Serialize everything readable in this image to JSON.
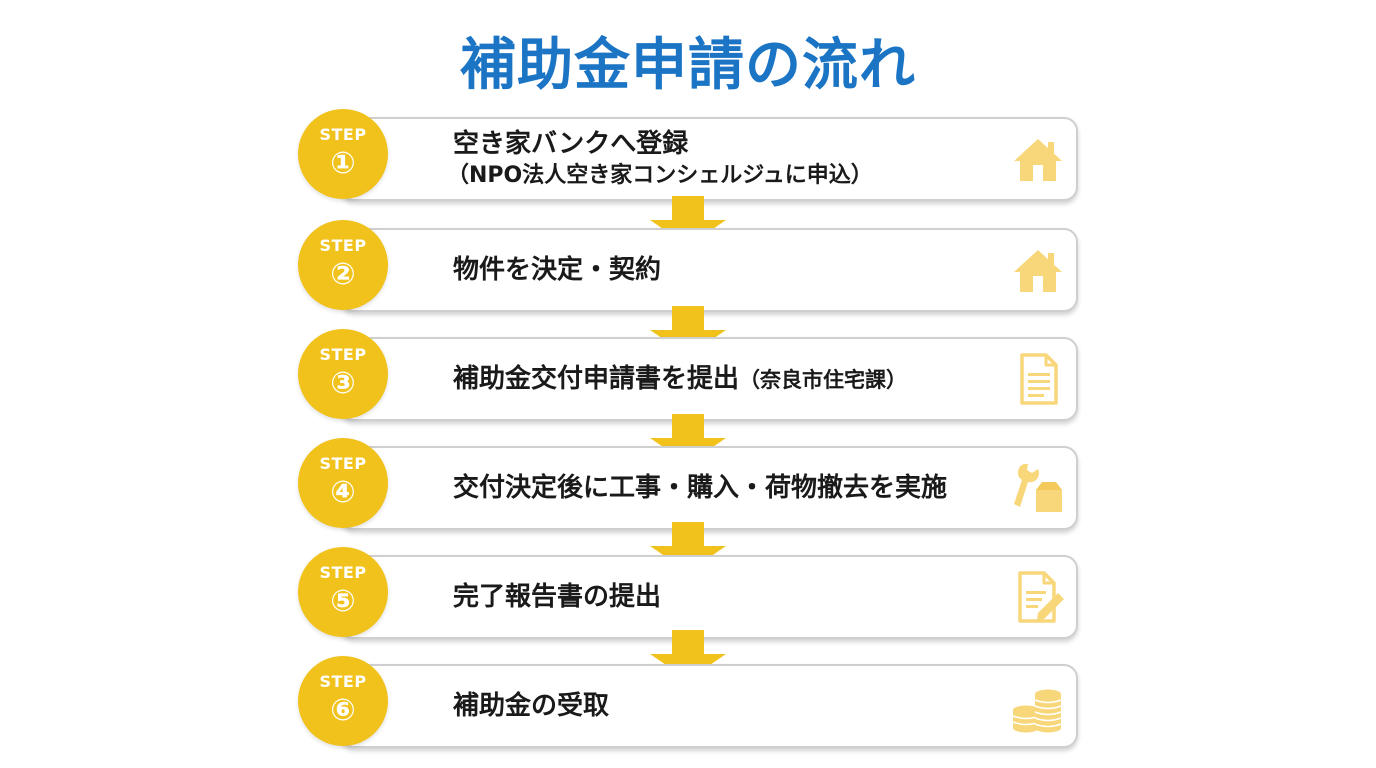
{
  "title": "補助金申請の流れ",
  "steps": [
    {
      "badge_label": "STEP",
      "badge_number": "①",
      "text": "空き家バンクへ登録",
      "sub_text": "（NPO法人空き家コンシェルジュに申込）",
      "icon": "house-icon"
    },
    {
      "badge_label": "STEP",
      "badge_number": "②",
      "text": "物件を決定・契約",
      "icon": "house-icon"
    },
    {
      "badge_label": "STEP",
      "badge_number": "③",
      "text": "補助金交付申請書を提出",
      "sub_inline": "（奈良市住宅課）",
      "icon": "document-icon"
    },
    {
      "badge_label": "STEP",
      "badge_number": "④",
      "text": "交付決定後に工事・購入・荷物撤去を実施",
      "icon": "wrench-box-icon"
    },
    {
      "badge_label": "STEP",
      "badge_number": "⑤",
      "text": "完了報告書の提出",
      "icon": "document-edit-icon"
    },
    {
      "badge_label": "STEP",
      "badge_number": "⑥",
      "text": "補助金の受取",
      "icon": "coins-icon"
    }
  ],
  "colors": {
    "title": "#1b74c4",
    "badge": "#f1c21b",
    "arrow": "#f1c21b",
    "icon": "#f7d77a",
    "box_border": "#cfcfcf",
    "text": "#1a1a1a"
  }
}
